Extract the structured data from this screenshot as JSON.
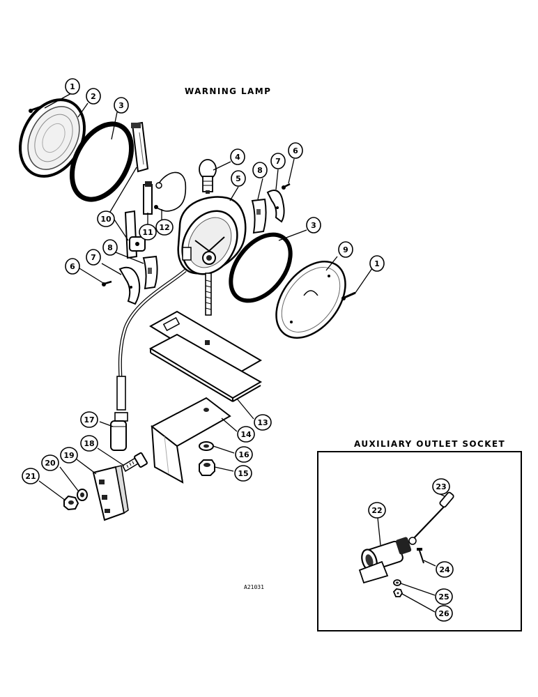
{
  "titles": {
    "main": "WARNING LAMP",
    "aux": "AUXILIARY OUTLET SOCKET"
  },
  "reference_code": "A21031",
  "callouts": {
    "c1a": "1",
    "c2": "2",
    "c3a": "3",
    "c10": "10",
    "c11": "11",
    "c12": "12",
    "c4": "4",
    "c5": "5",
    "c8a": "8",
    "c7a": "7",
    "c6a": "6",
    "c3b": "3",
    "c9": "9",
    "c1b": "1",
    "c6b": "6",
    "c7b": "7",
    "c8b": "8",
    "c13": "13",
    "c14": "14",
    "c16": "16",
    "c15": "15",
    "c17": "17",
    "c18": "18",
    "c19": "19",
    "c20": "20",
    "c21": "21",
    "c22": "22",
    "c23": "23",
    "c24": "24",
    "c25": "25",
    "c26": "26"
  }
}
